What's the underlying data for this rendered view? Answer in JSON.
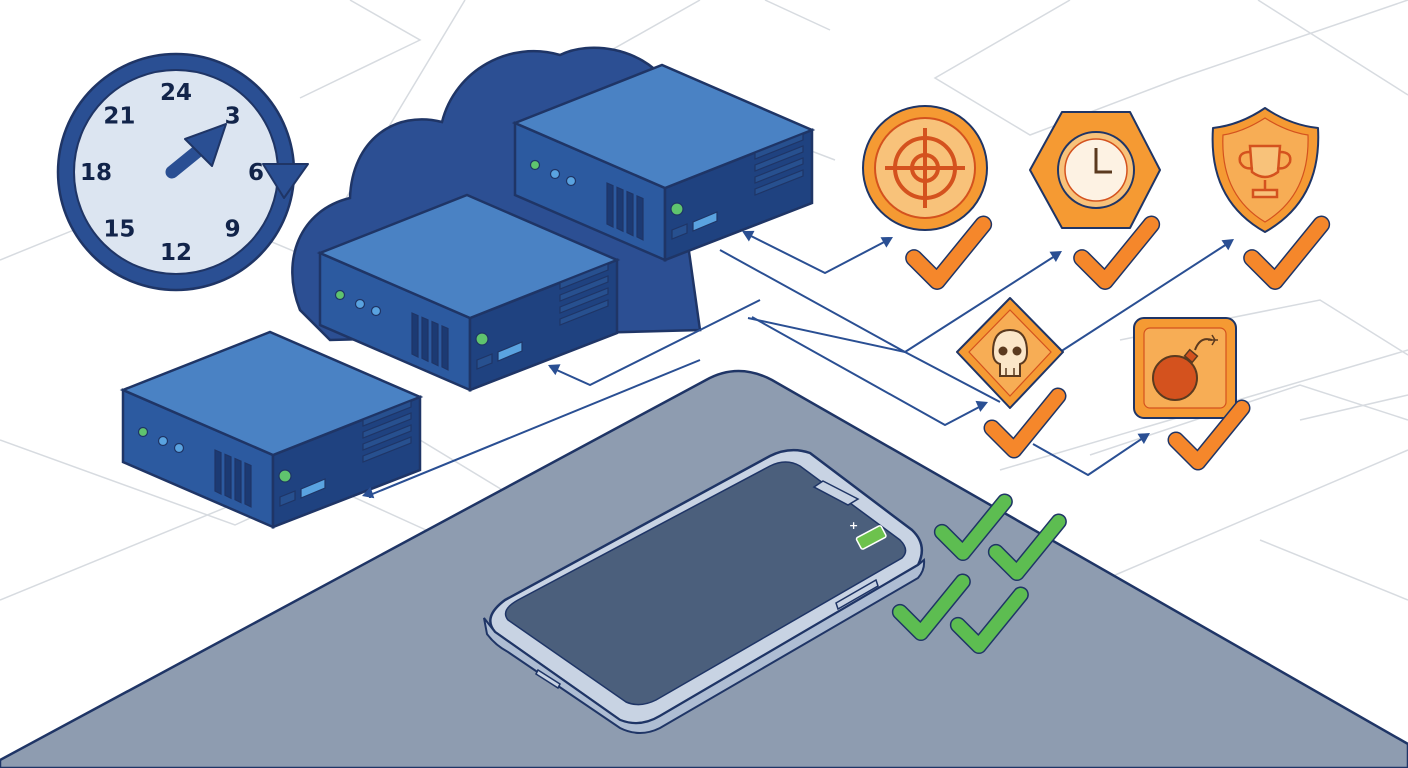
{
  "colors": {
    "background": "#ffffff",
    "grid": "#d7dbe0",
    "outline": "#1f3566",
    "clock_ring": "#2a4f93",
    "clock_face": "#dce5f1",
    "server_top": "#4a82c4",
    "server_front": "#2c5aa0",
    "server_side": "#1f4280",
    "cloud": "#2c4f93",
    "table": "#8e9cb0",
    "phone_screen": "#4b5f7c",
    "phone_frame": "#c8d3e3",
    "badge_fill": "#f59a33",
    "badge_inner": "#f8c27a",
    "badge_line": "#d4521e",
    "orange_check": "#f5872b",
    "green_check": "#5dbd51",
    "battery": "#6dc24d",
    "led_green": "#5fc46e",
    "led_blue": "#5aa3e0",
    "arrow": "#2a4f93"
  },
  "clock": {
    "numbers": [
      {
        "label": "24",
        "angle": 0
      },
      {
        "label": "3",
        "angle": 45
      },
      {
        "label": "6",
        "angle": 90
      },
      {
        "label": "9",
        "angle": 135
      },
      {
        "label": "12",
        "angle": 180
      },
      {
        "label": "15",
        "angle": 225
      },
      {
        "label": "18",
        "angle": 270
      },
      {
        "label": "21",
        "angle": 315
      }
    ]
  },
  "servers": [
    {
      "name": "server-1"
    },
    {
      "name": "server-2"
    },
    {
      "name": "server-3"
    }
  ],
  "badges": [
    {
      "name": "target-badge",
      "icon": "crosshair-icon"
    },
    {
      "name": "clock-badge",
      "icon": "clock-icon"
    },
    {
      "name": "trophy-badge",
      "icon": "trophy-icon"
    },
    {
      "name": "skull-badge",
      "icon": "skull-icon"
    },
    {
      "name": "bomb-badge",
      "icon": "bomb-icon"
    }
  ],
  "checks": {
    "orange_count": 5,
    "green_count": 4
  }
}
